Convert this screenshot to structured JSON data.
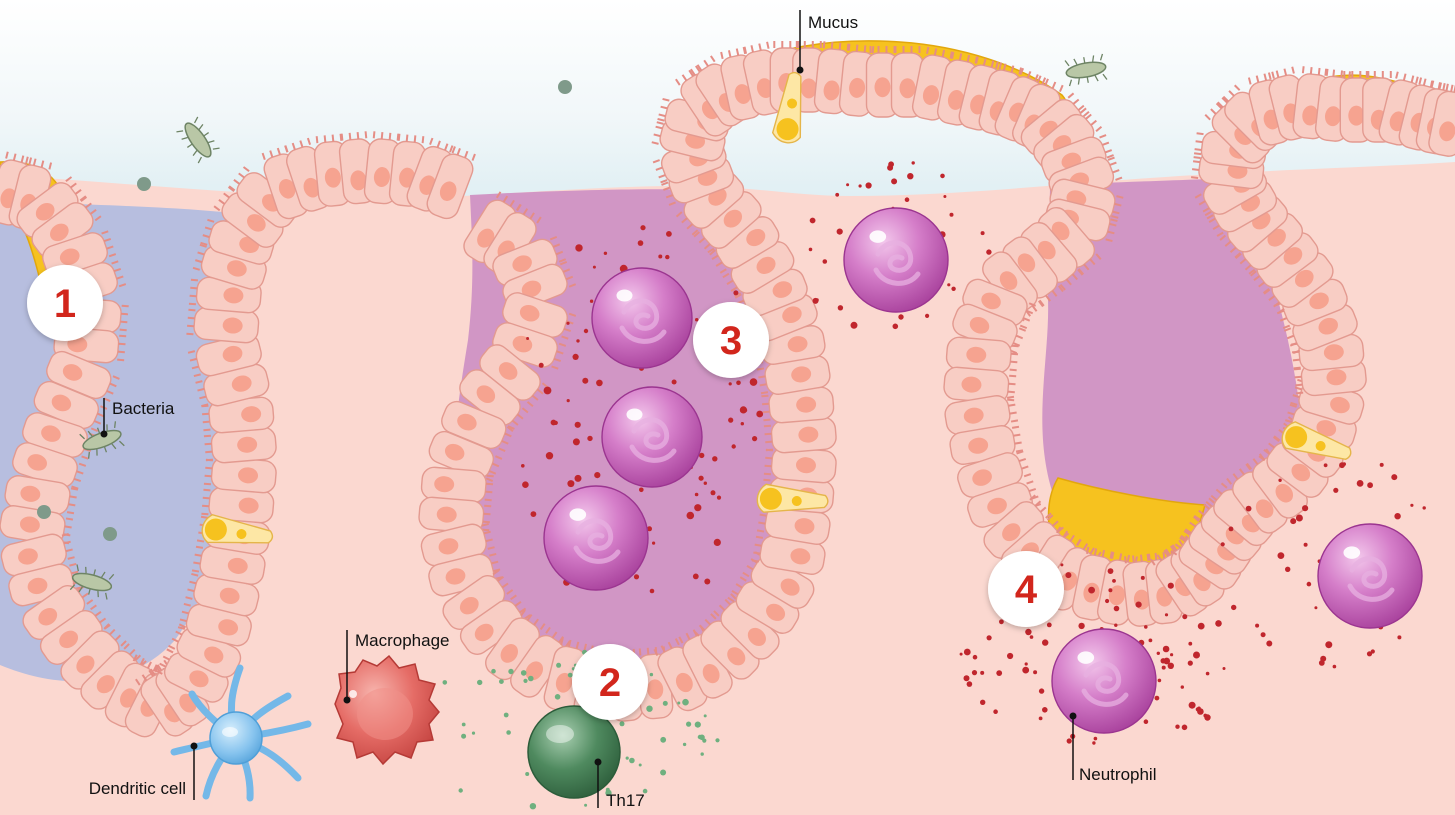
{
  "figure": {
    "labels": {
      "mucus": "Mucus",
      "bacteria": "Bacteria",
      "macrophage": "Macrophage",
      "dendritic_cell": "Dendritic cell",
      "th17": "Th17",
      "neutrophil": "Neutrophil"
    },
    "steps": [
      "1",
      "2",
      "3",
      "4"
    ]
  },
  "colors": {
    "lumen_sky": "#e7f3f6",
    "tissue": "#fbd8d0",
    "epithelial_cell": "#f8cdc4",
    "cell_border": "#e39a90",
    "nucleus": "#f6a390",
    "mucus": "#f6c21f",
    "lumen_purple": "#cf92c4",
    "lumen_blue": "#b7bedf",
    "neutrophil": "#c24fb4",
    "macrophage": "#e0625d",
    "dendritic_cell": "#74b8e8",
    "th17": "#3b7a4f",
    "bacteria": "#b9c7a6",
    "step_number": "#d2271f"
  }
}
